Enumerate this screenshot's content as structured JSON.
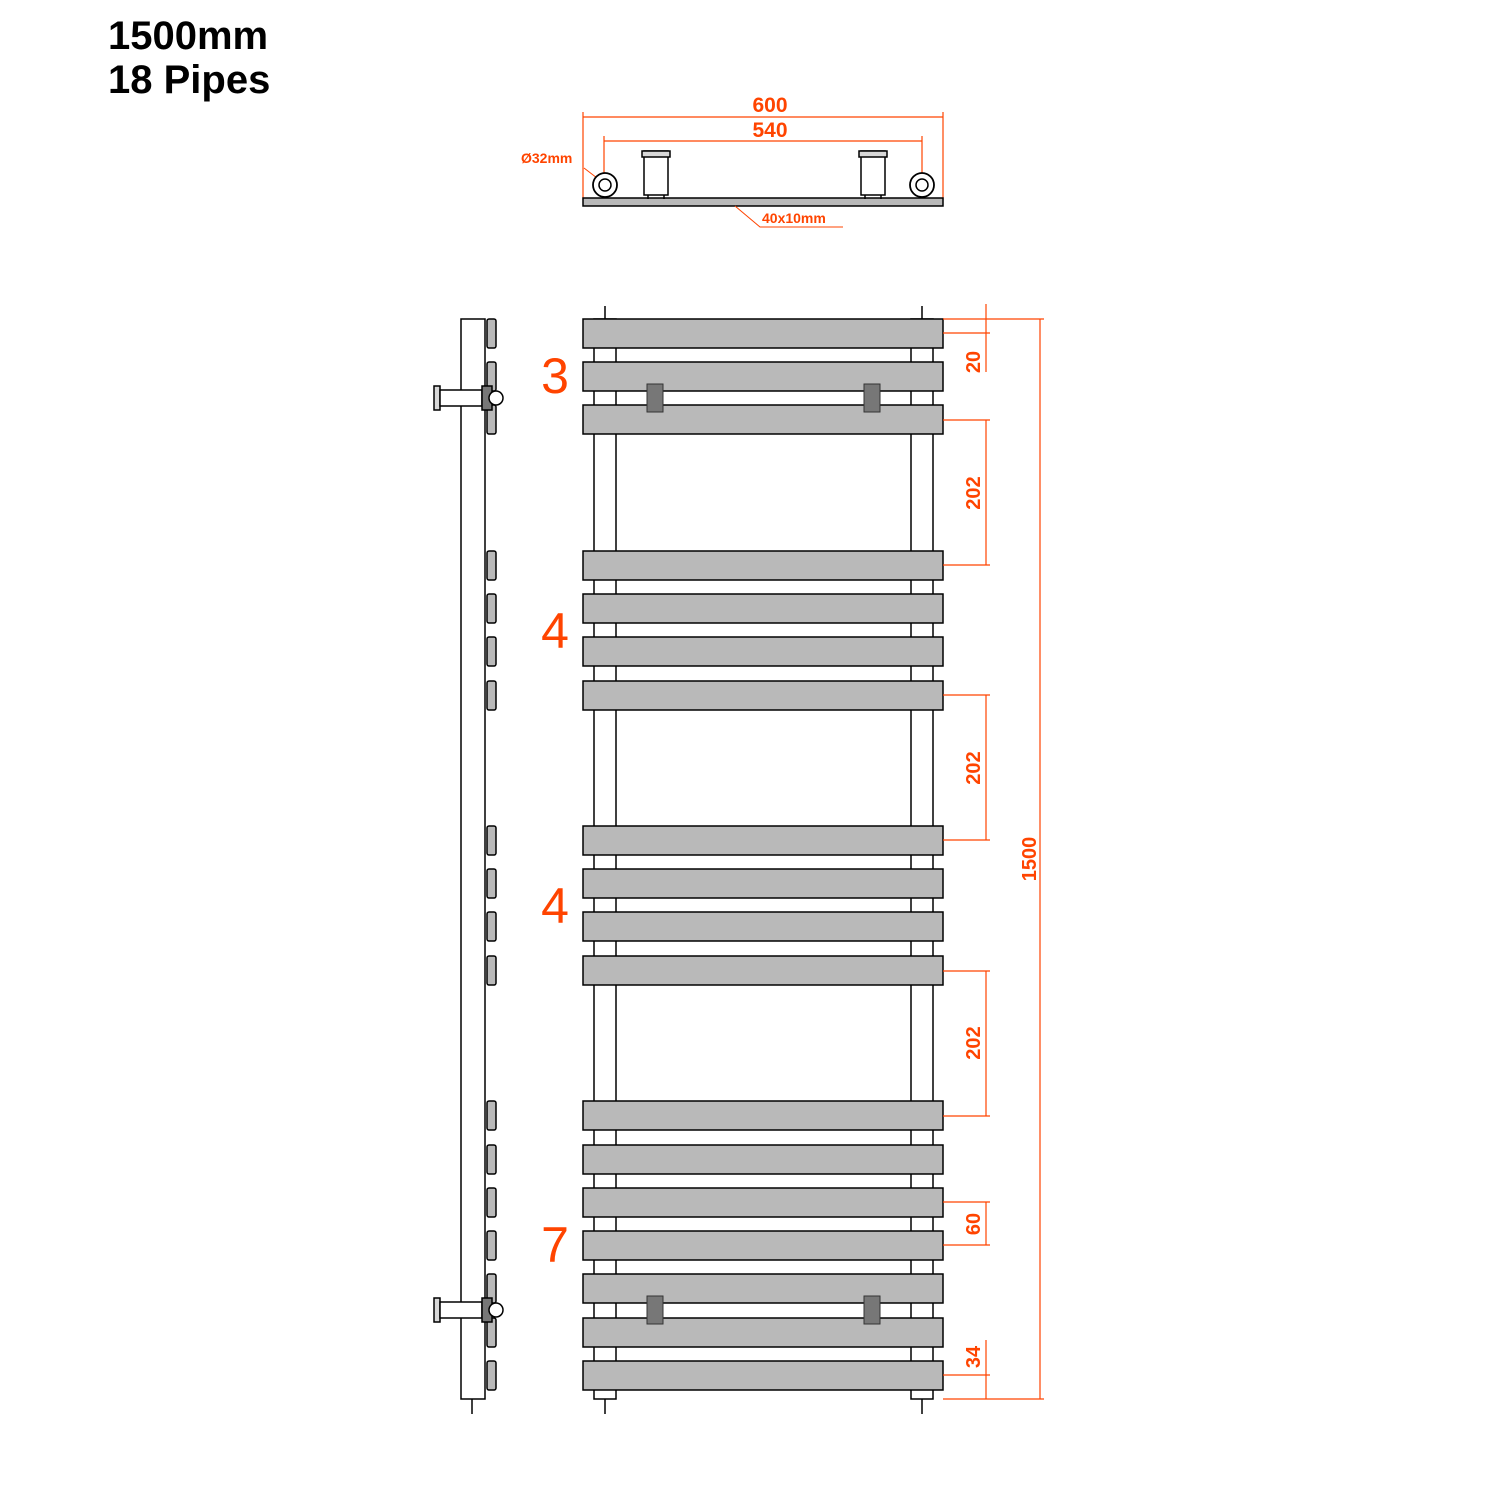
{
  "title": {
    "height_label": "1500mm",
    "pipes_label": "18 Pipes"
  },
  "colors": {
    "dimension": "#ff4400",
    "outline": "#000000",
    "bar_fill": "#b9b9b9",
    "bracket_fill": "#777777",
    "connector_fill": "#d8d8d8"
  },
  "top_view": {
    "overall_width": "600",
    "centres": "540",
    "pipe_diameter": "Ø32mm",
    "bar_section": "40x10mm"
  },
  "front_view": {
    "group_counts": [
      "3",
      "4",
      "4",
      "7"
    ],
    "total_height": "1500",
    "top_offset": "20",
    "gaps": [
      "202",
      "202",
      "202"
    ],
    "bar_pitch": "60",
    "bottom_offset": "34"
  }
}
